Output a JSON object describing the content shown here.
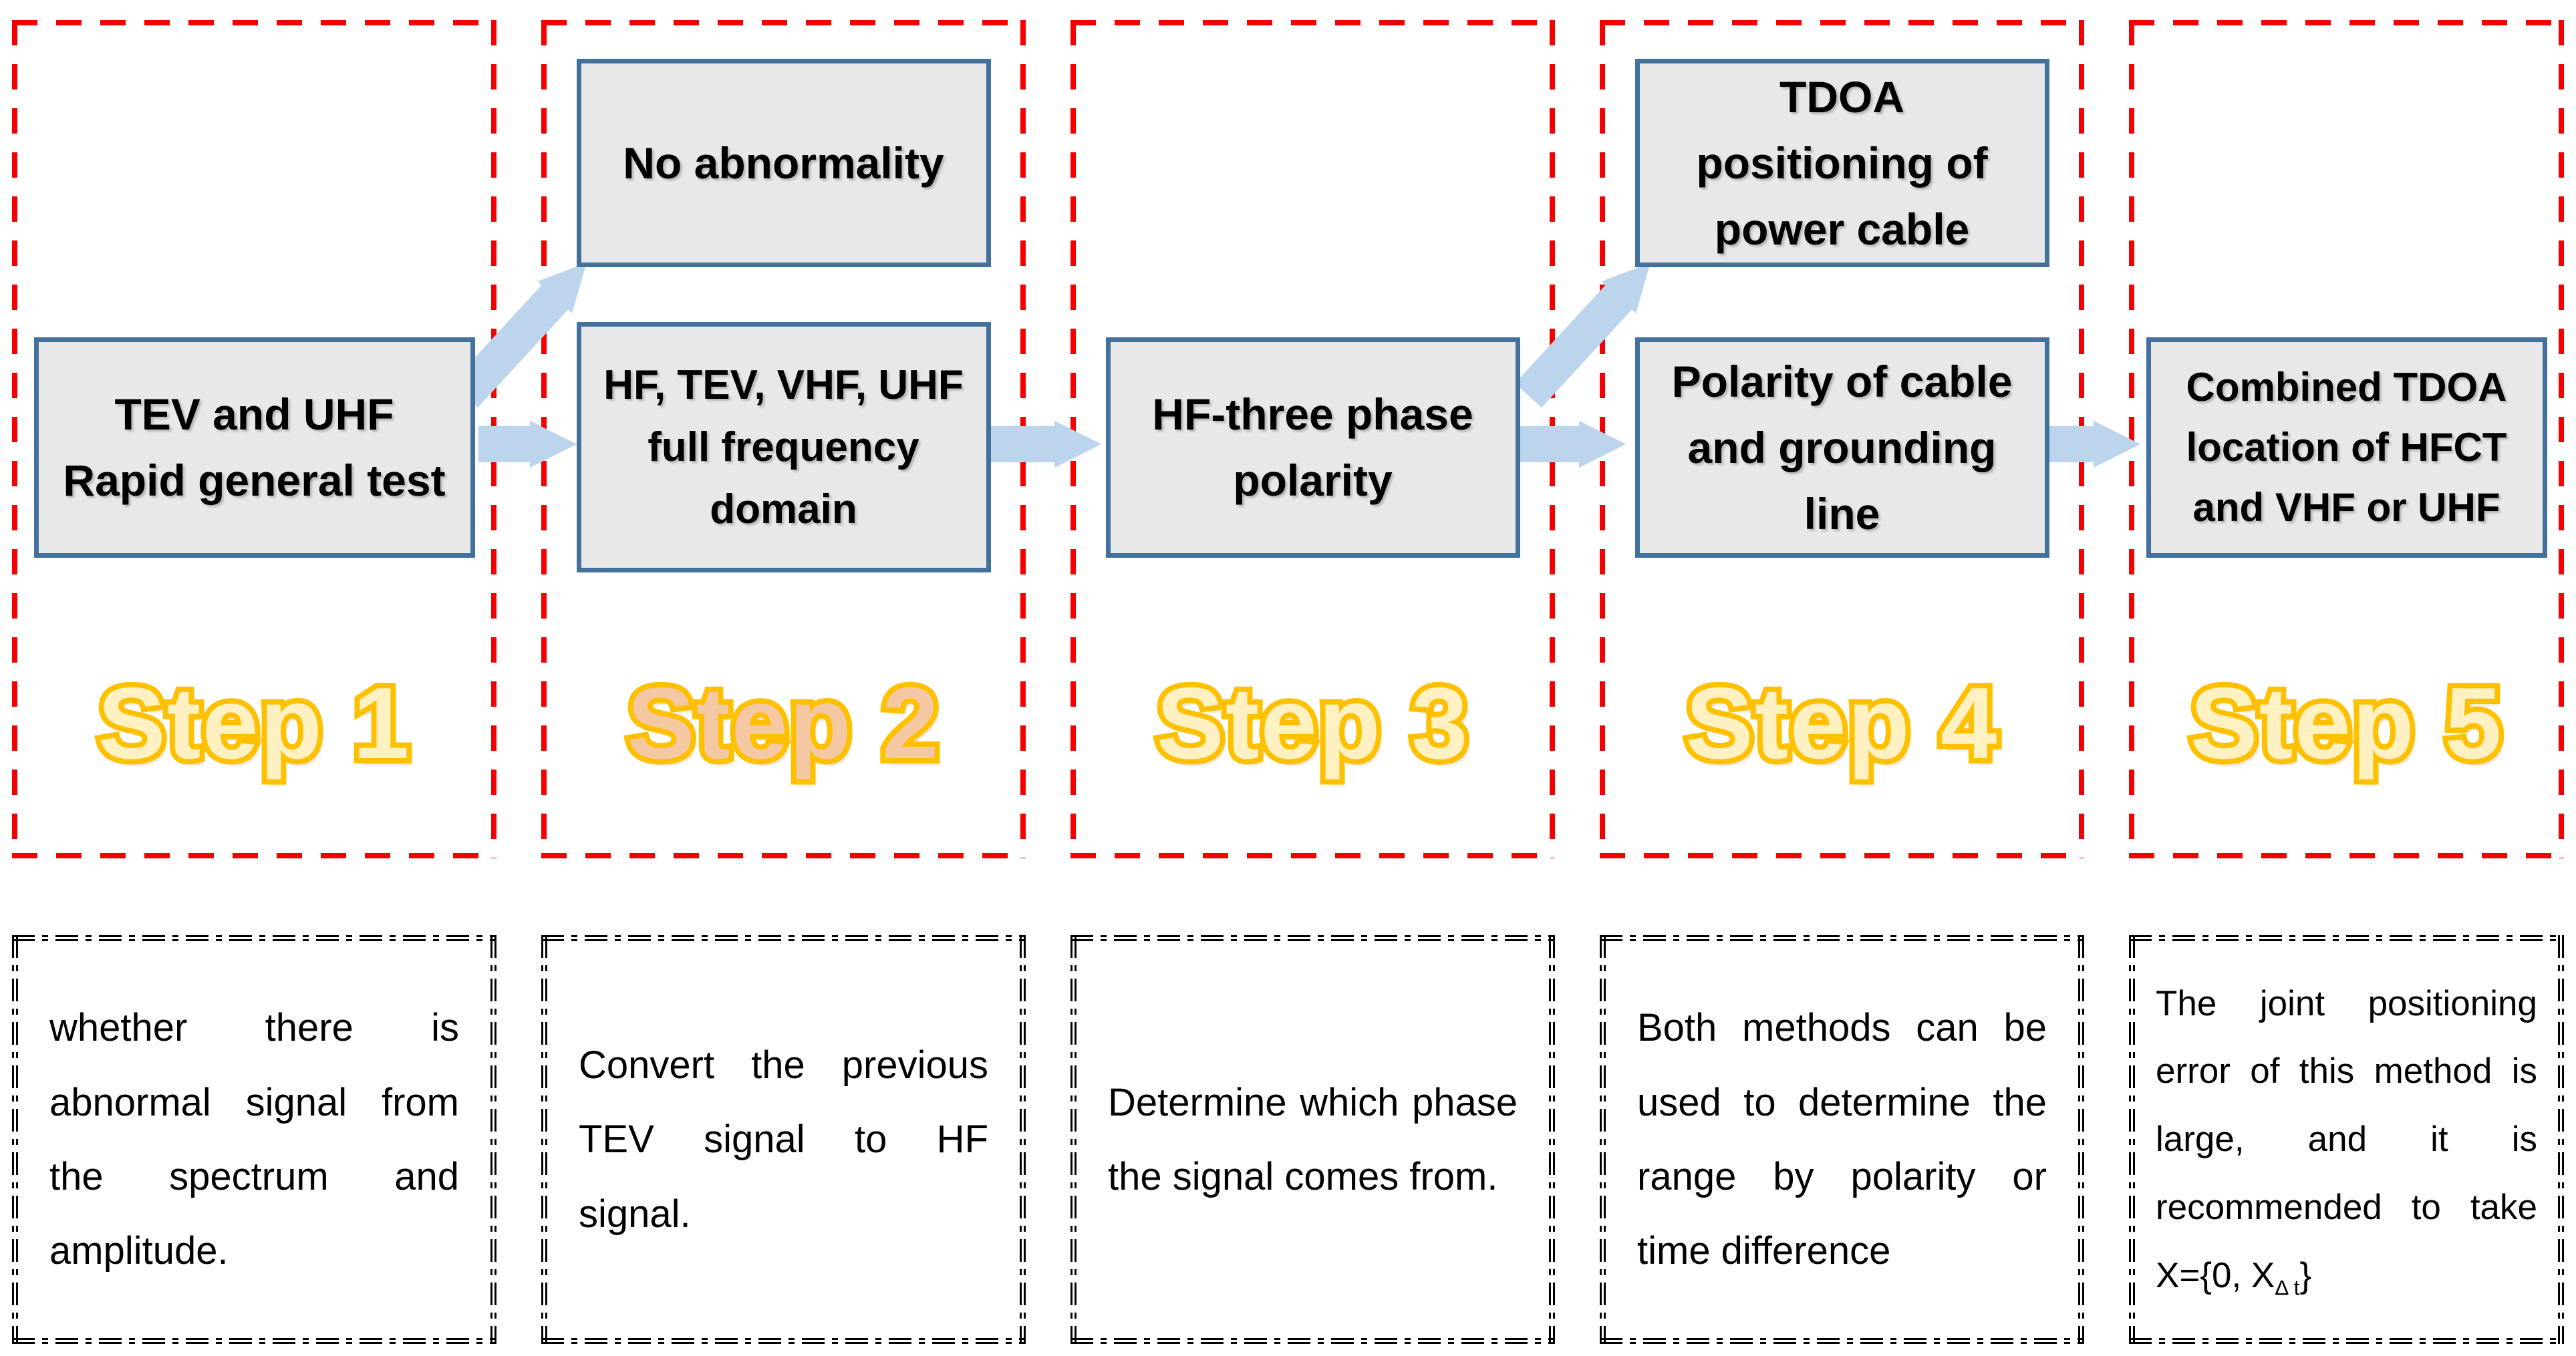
{
  "figure": {
    "type": "flowchart",
    "background": "#FFFFFF"
  },
  "colors": {
    "panel_border_red": "#F40000",
    "box_fill": "#E9E8E8",
    "box_border_blue": "#41719C",
    "arrow_fill": "#BCD5EC",
    "step_outline": "#FFC000",
    "step_fill_default": "#FFF1C2",
    "step_fill_step2": "#F4C8A2",
    "description_border": "#000000",
    "text": "#000000"
  },
  "columns": [
    {
      "step_label": "Step 1",
      "step_fill": "#FFF1C2",
      "main_box": {
        "lines": [
          "TEV and UHF",
          "Rapid general test"
        ]
      },
      "description": "whether there is abnormal signal from the spectrum and amplitude."
    },
    {
      "step_label": "Step 2",
      "step_fill": "#F4C8A2",
      "top_box": {
        "lines": [
          "No abnormality"
        ]
      },
      "main_box": {
        "lines": [
          "HF, TEV, VHF, UHF",
          "full frequency",
          "domain"
        ]
      },
      "description": "Convert the previous TEV signal to HF signal."
    },
    {
      "step_label": "Step 3",
      "step_fill": "#FFF1C2",
      "main_box": {
        "lines": [
          "HF-three phase",
          "polarity"
        ]
      },
      "description": "Determine which phase the signal comes from."
    },
    {
      "step_label": "Step 4",
      "step_fill": "#FFF1C2",
      "top_box": {
        "lines": [
          "TDOA",
          "positioning of",
          "power cable"
        ]
      },
      "main_box": {
        "lines": [
          "Polarity of cable",
          "and grounding",
          "line"
        ]
      },
      "description": "Both methods can be used to determine the range by polarity or time difference"
    },
    {
      "step_label": "Step 5",
      "step_fill": "#FFF1C2",
      "main_box": {
        "lines": [
          "Combined TDOA",
          "location of HFCT",
          "and VHF or UHF"
        ]
      },
      "description": "The joint positioning error of this method is large, and it is recommended to take X={0, X",
      "description_sub": "Δ t",
      "description_tail": "}"
    }
  ],
  "connections": [
    {
      "from": "step-1-main-box",
      "to": "step-2-top-box",
      "style": "diagonal-arrow"
    },
    {
      "from": "step-1-main-box",
      "to": "step-2-main-box",
      "style": "horizontal-arrow"
    },
    {
      "from": "step-2-main-box",
      "to": "step-3-main-box",
      "style": "horizontal-arrow"
    },
    {
      "from": "step-3-main-box",
      "to": "step-4-top-box",
      "style": "diagonal-arrow"
    },
    {
      "from": "step-3-main-box",
      "to": "step-4-main-box",
      "style": "horizontal-arrow"
    },
    {
      "from": "step-4-main-box",
      "to": "step-5-main-box",
      "style": "horizontal-arrow"
    }
  ]
}
